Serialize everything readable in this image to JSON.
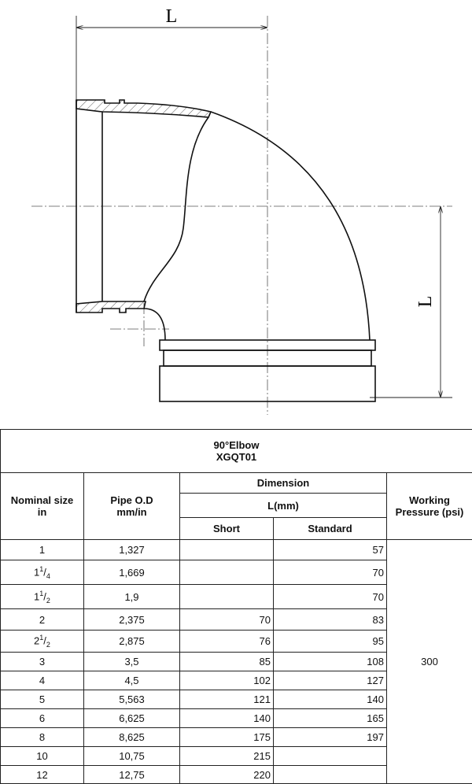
{
  "drawing": {
    "dimension_label_top": "L",
    "dimension_label_right": "L"
  },
  "table": {
    "title": "90°Elbow",
    "model": "XGQT01",
    "headers": {
      "nominal_size": "Nominal size",
      "nominal_unit": "in",
      "pipe_od": "Pipe O.D",
      "pipe_od_unit": "mm/in",
      "dimension": "Dimension",
      "l_mm": "L(mm)",
      "short": "Short",
      "standard": "Standard",
      "pressure_line1": "Working",
      "pressure_line2": "Pressure (psi)"
    },
    "working_pressure": "300",
    "rows": [
      {
        "whole": "1",
        "num": "",
        "den": "",
        "od": "1,327",
        "short": "",
        "standard": "57"
      },
      {
        "whole": "1",
        "num": "1",
        "den": "4",
        "od": "1,669",
        "short": "",
        "standard": "70"
      },
      {
        "whole": "1",
        "num": "1",
        "den": "2",
        "od": "1,9",
        "short": "",
        "standard": "70"
      },
      {
        "whole": "2",
        "num": "",
        "den": "",
        "od": "2,375",
        "short": "70",
        "standard": "83"
      },
      {
        "whole": "2",
        "num": "1",
        "den": "2",
        "od": "2,875",
        "short": "76",
        "standard": "95"
      },
      {
        "whole": "3",
        "num": "",
        "den": "",
        "od": "3,5",
        "short": "85",
        "standard": "108"
      },
      {
        "whole": "4",
        "num": "",
        "den": "",
        "od": "4,5",
        "short": "102",
        "standard": "127"
      },
      {
        "whole": "5",
        "num": "",
        "den": "",
        "od": "5,563",
        "short": "121",
        "standard": "140"
      },
      {
        "whole": "6",
        "num": "",
        "den": "",
        "od": "6,625",
        "short": "140",
        "standard": "165"
      },
      {
        "whole": "8",
        "num": "",
        "den": "",
        "od": "8,625",
        "short": "175",
        "standard": "197"
      },
      {
        "whole": "10",
        "num": "",
        "den": "",
        "od": "10,75",
        "short": "215",
        "standard": ""
      },
      {
        "whole": "12",
        "num": "",
        "den": "",
        "od": "12,75",
        "short": "220",
        "standard": ""
      }
    ]
  }
}
